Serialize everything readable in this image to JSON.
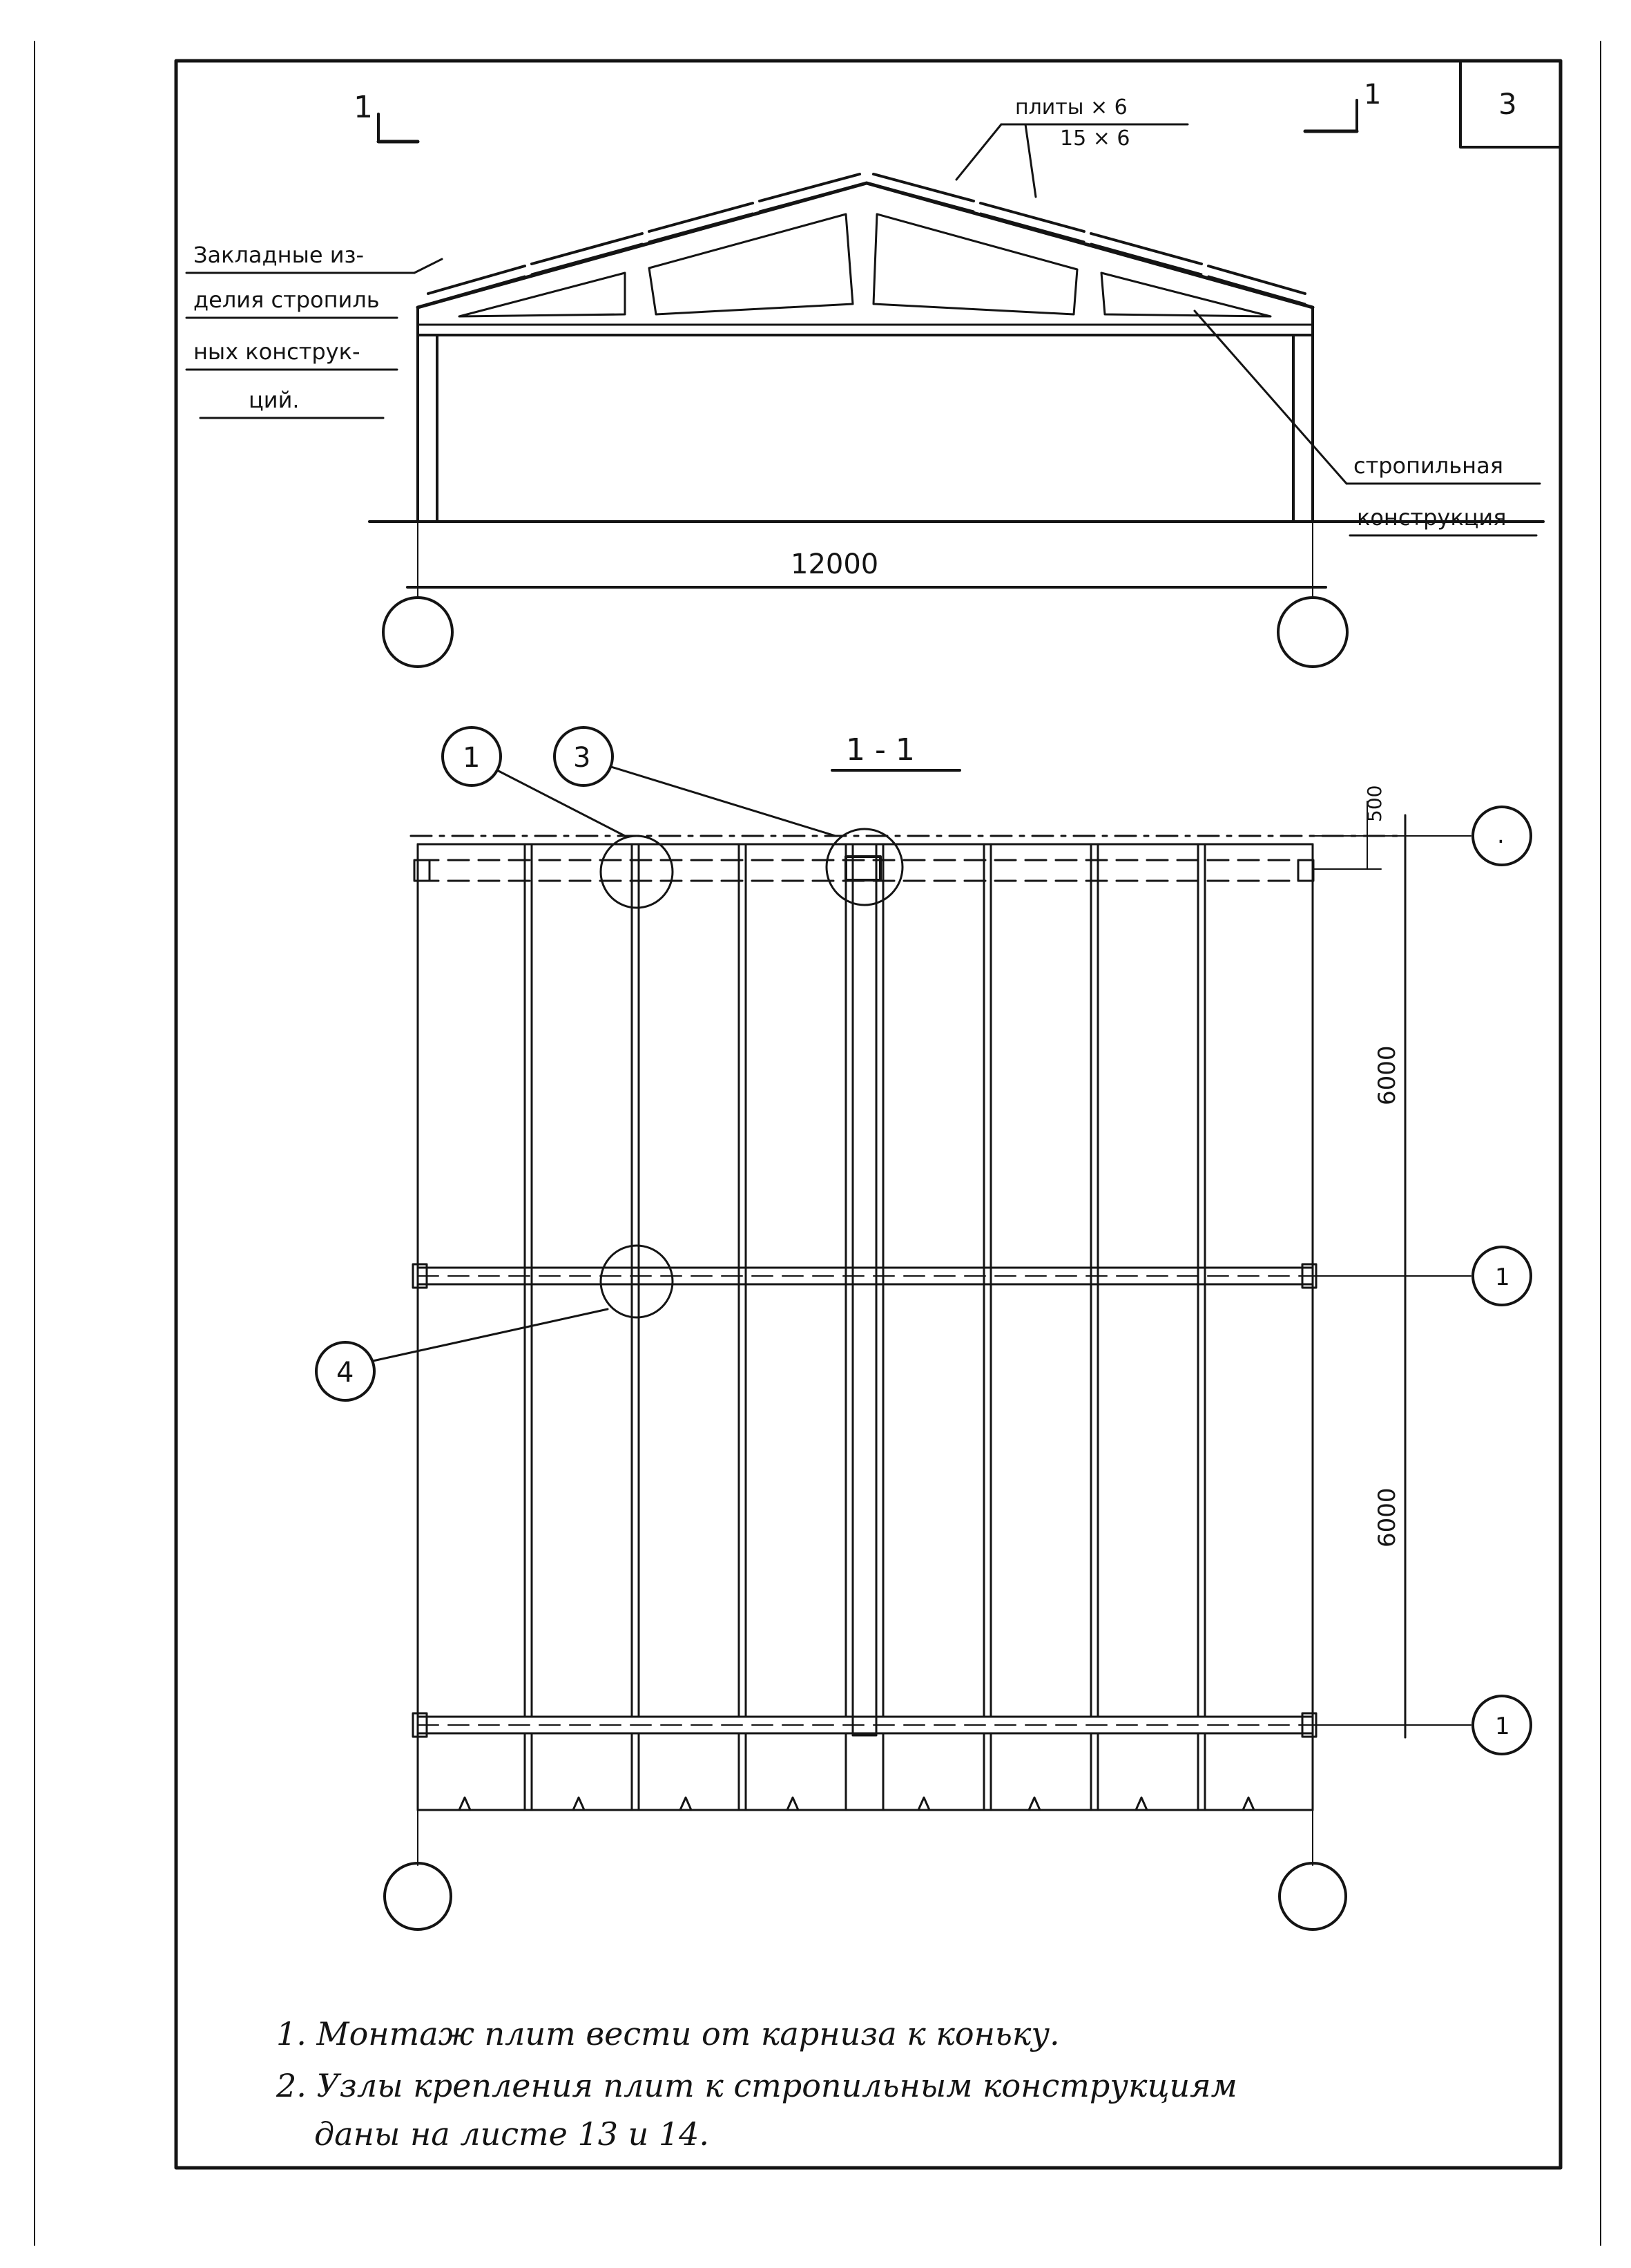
{
  "sheet_number": "3",
  "section_mark_left": "1",
  "section_mark_right": "1",
  "elevation": {
    "plates_label_line1": "плиты × 6",
    "plates_label_line2": "15 × 6",
    "embedded_label_lines": [
      "Закладные из-",
      "делия стропиль",
      "ных конструк-",
      "ций."
    ],
    "truss_label_lines": [
      "стропильная",
      "конструкция"
    ],
    "span_dimension": "12000"
  },
  "plan": {
    "section_title": "1 - 1",
    "edge_dimension": "500",
    "bay_dimension_1": "6000",
    "bay_dimension_2": "6000",
    "node_callouts": [
      "1",
      "3",
      "4"
    ],
    "row_markers": [
      ".",
      "1",
      "1"
    ]
  },
  "notes": [
    "1. Монтаж плит вести от карниза к коньку.",
    "2. Узлы крепления плит к стропильным конструкциям",
    "даны на листе 13 и 14."
  ]
}
